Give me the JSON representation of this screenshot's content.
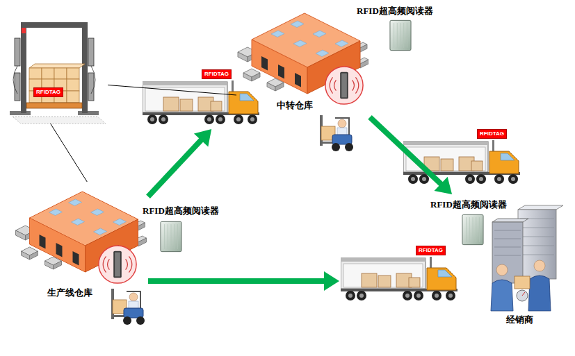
{
  "diagram": {
    "nodes": [
      {
        "text": [
          "RFIDTAG"
        ]
      },
      {
        "text": [
          "RFIDTAG"
        ]
      },
      {
        "text": [
          "中转仓库"
        ]
      },
      {
        "text": [
          "RFIDTAG"
        ]
      },
      {
        "text": [
          "生产线仓库"
        ]
      },
      {
        "text": [
          "RFIDTAG"
        ]
      },
      {
        "text": [
          "经销商"
        ]
      }
    ],
    "edges": [
      {
        "from": 4,
        "to": 1,
        "arrow": "to"
      },
      {
        "from": 4,
        "to": 5,
        "arrow": "to"
      },
      {
        "from": 2,
        "to": 6,
        "arrow": "to"
      },
      {
        "from": 0,
        "to": 2,
        "arrow": "none"
      },
      {
        "from": 0,
        "to": 4,
        "arrow": "none"
      }
    ],
    "labels": [
      "RFID超高频阅读器",
      "RFID超高频阅读器",
      "RFID超高频阅读器"
    ]
  }
}
